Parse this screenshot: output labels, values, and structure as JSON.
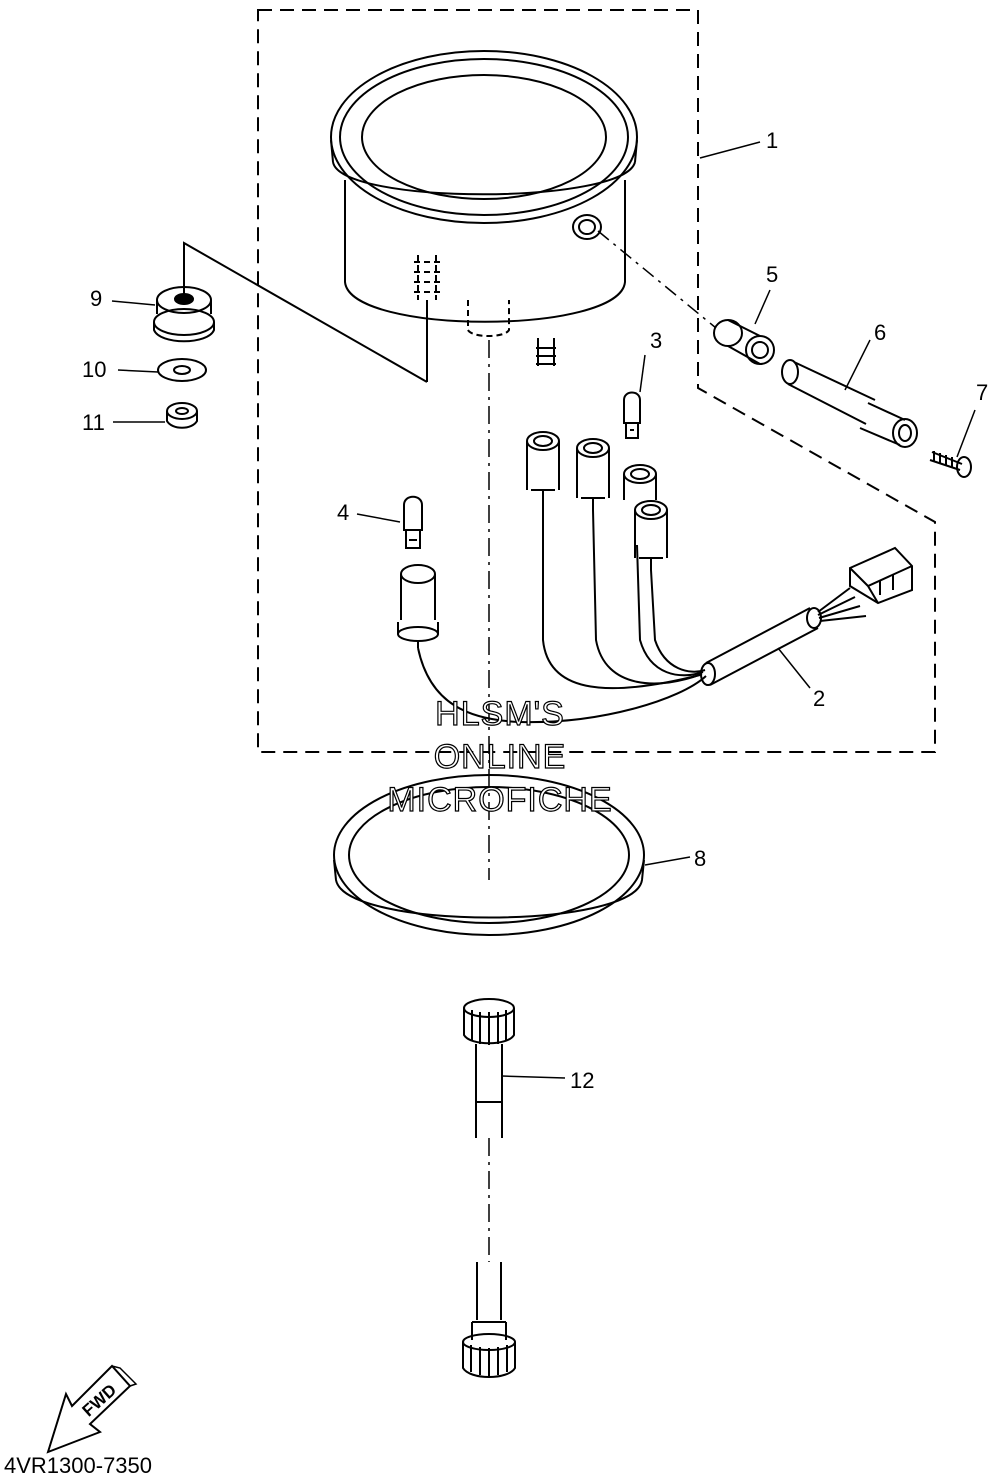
{
  "callouts": {
    "c1": "1",
    "c2": "2",
    "c3": "3",
    "c4": "4",
    "c5": "5",
    "c6": "6",
    "c7": "7",
    "c8": "8",
    "c9": "9",
    "c10": "10",
    "c11": "11",
    "c12": "12"
  },
  "watermark": {
    "line1": "HLSM'S",
    "line2": "ONLINE",
    "line3": "MICROFICHE"
  },
  "fwd_label": "FWD",
  "part_number": "4VR1300-7350"
}
